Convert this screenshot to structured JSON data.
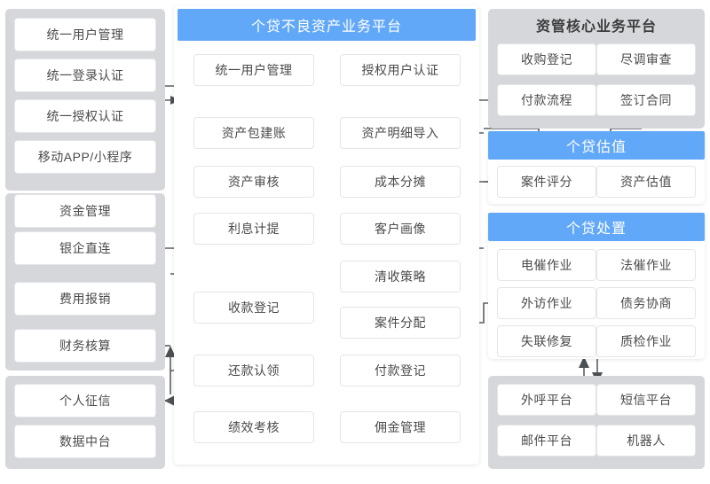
{
  "palette": {
    "accent_blue": "#62a8f8",
    "group_gray": "#d5d7da",
    "node_white": "#ffffff",
    "text_gray": "#4a4a4a",
    "wire_gray": "#5a5e63"
  },
  "left_column": {
    "groups": [
      {
        "name": "user-access-group",
        "items": [
          {
            "label": "统一用户管理"
          },
          {
            "label": "统一登录认证"
          },
          {
            "label": "统一授权认证"
          },
          {
            "label": "移动APP/小程序"
          }
        ]
      },
      {
        "name": "finance-group",
        "items": [
          {
            "label": "资金管理"
          },
          {
            "label": "银企直连"
          },
          {
            "label": "费用报销"
          },
          {
            "label": "财务核算"
          }
        ]
      },
      {
        "name": "data-group",
        "items": [
          {
            "label": "个人征信"
          },
          {
            "label": "数据中台"
          }
        ]
      }
    ]
  },
  "center_panel": {
    "title": "个贷不良资产业务平台",
    "nodes": [
      {
        "label": "统一用户管理"
      },
      {
        "label": "授权用户认证"
      },
      {
        "label": "资产包建账"
      },
      {
        "label": "资产明细导入"
      },
      {
        "label": "资产审核"
      },
      {
        "label": "成本分摊"
      },
      {
        "label": "利息计提"
      },
      {
        "label": "客户画像"
      },
      {
        "label": "清收策略"
      },
      {
        "label": "收款登记"
      },
      {
        "label": "案件分配"
      },
      {
        "label": "还款认领"
      },
      {
        "label": "付款登记"
      },
      {
        "label": "绩效考核"
      },
      {
        "label": "佣金管理"
      }
    ]
  },
  "right_column": {
    "core_platform": {
      "title": "资管核心业务平台",
      "nodes": [
        {
          "label": "收购登记"
        },
        {
          "label": "尽调审查"
        },
        {
          "label": "付款流程"
        },
        {
          "label": "签订合同"
        }
      ]
    },
    "valuation": {
      "title": "个贷估值",
      "nodes": [
        {
          "label": "案件评分"
        },
        {
          "label": "资产估值"
        }
      ]
    },
    "disposal": {
      "title": "个贷处置",
      "nodes": [
        {
          "label": "电催作业"
        },
        {
          "label": "法催作业"
        },
        {
          "label": "外访作业"
        },
        {
          "label": "债务协商"
        },
        {
          "label": "失联修复"
        },
        {
          "label": "质检作业"
        }
      ]
    },
    "channels": {
      "nodes": [
        {
          "label": "外呼平台"
        },
        {
          "label": "短信平台"
        },
        {
          "label": "邮件平台"
        },
        {
          "label": "机器人"
        }
      ]
    }
  }
}
